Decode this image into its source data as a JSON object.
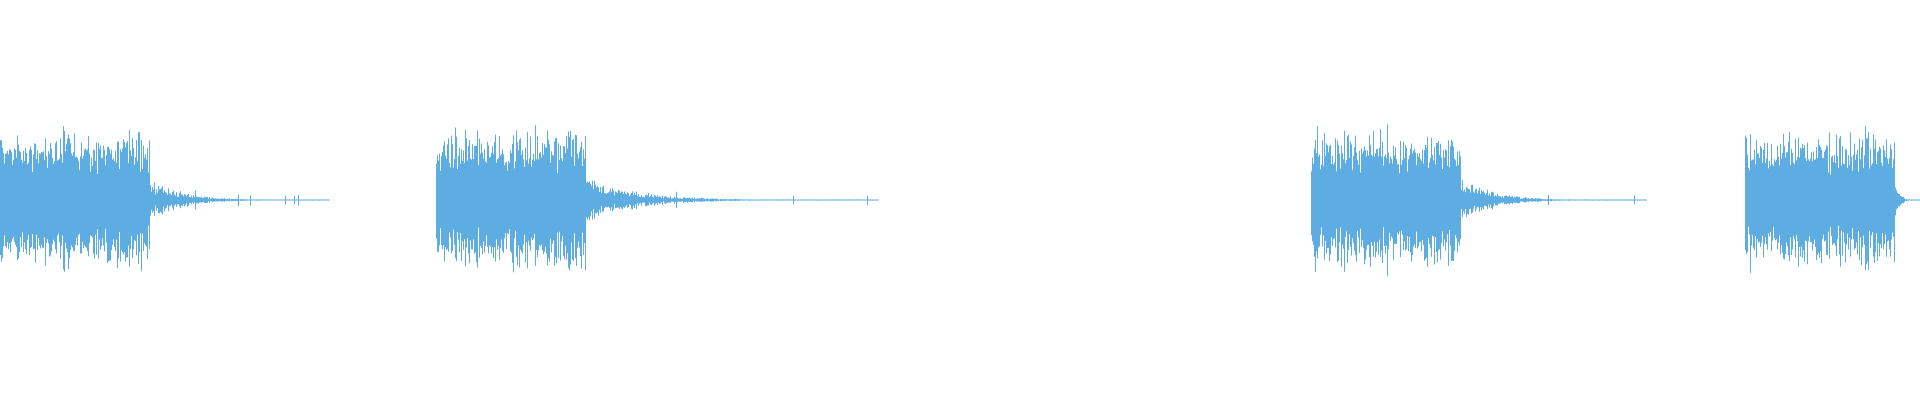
{
  "waveform": {
    "color": "#5dade2",
    "clips": [
      {
        "start": 0.0,
        "end": 0.172
      },
      {
        "start": 0.227,
        "end": 0.458
      },
      {
        "start": 0.683,
        "end": 0.858
      },
      {
        "start": 0.909,
        "end": 1.0
      }
    ]
  }
}
